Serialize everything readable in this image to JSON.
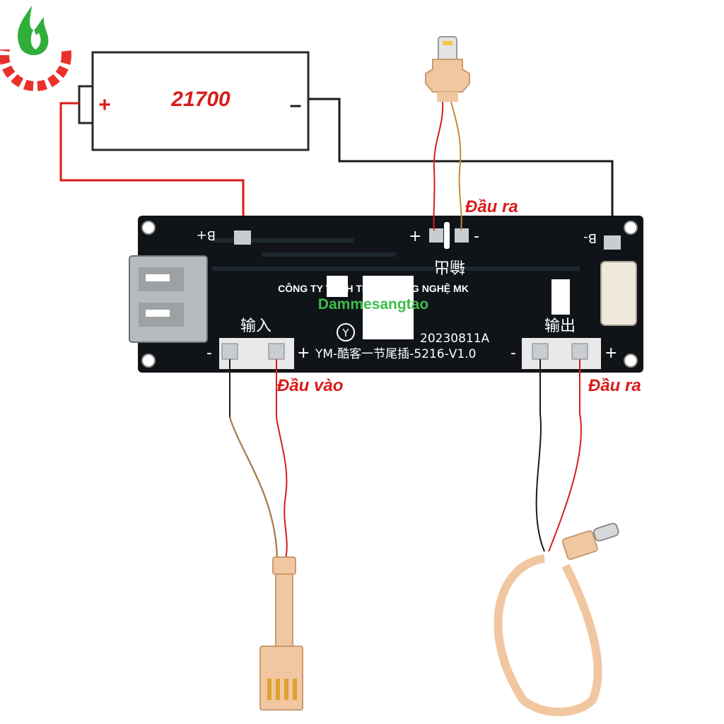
{
  "battery": {
    "model": "21700",
    "plus": "+",
    "minus": "–"
  },
  "board": {
    "pad_b_plus": "B+",
    "pad_b_minus": "B-",
    "top_plus": "+",
    "top_minus": "-",
    "top_chinese": "输出",
    "input_chinese": "输入",
    "output_chinese": "输出",
    "date_code": "20230811A",
    "model_line": "YM-酷客一节尾插-5216-V1.0",
    "in_minus": "-",
    "in_plus": "+",
    "out_minus": "-",
    "out_plus": "+",
    "logo_mark": "Y"
  },
  "watermark": {
    "company": "CÔNG TY TNHH TM DV CÔNG NGHỆ MK",
    "brand": "Dammesangtao"
  },
  "labels": {
    "top_output": "Đầu ra",
    "input": "Đầu vào",
    "right_output": "Đầu ra"
  },
  "colors": {
    "wire_red": "#d91c1c",
    "wire_black": "#1a1a1a",
    "pcb": "#101418",
    "pad": "#c9ccd0",
    "connector": "#f0c7a0",
    "brand_green": "#3dbd4a"
  }
}
